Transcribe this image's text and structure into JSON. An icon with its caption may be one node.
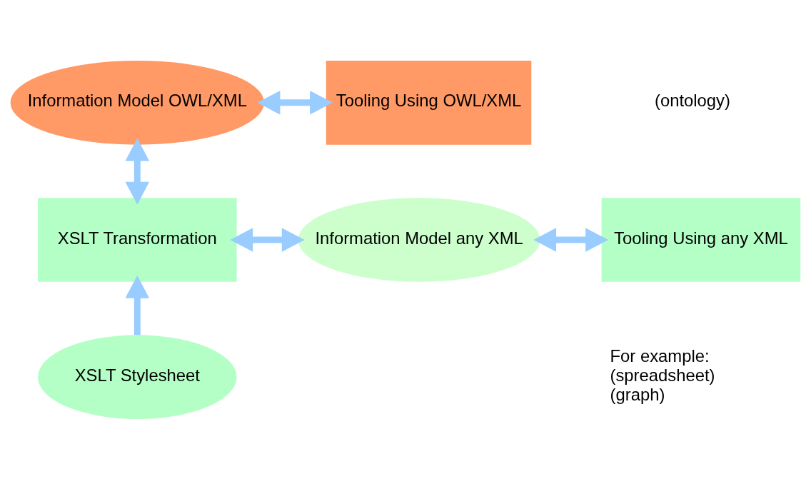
{
  "diagram": {
    "nodes": [
      {
        "text": [
          "Information Model OWL/XML"
        ]
      },
      {
        "text": [
          "Tooling Using OWL/XML"
        ]
      },
      {
        "text": [
          "XSLT Transformation"
        ]
      },
      {
        "text": [
          "Information Model any XML"
        ]
      },
      {
        "text": [
          "Tooling Using any XML"
        ]
      },
      {
        "text": [
          "XSLT Stylesheet"
        ]
      }
    ],
    "edges": [
      {
        "from": 0,
        "to": 1,
        "arrow": "both"
      },
      {
        "from": 0,
        "to": 2,
        "arrow": "both"
      },
      {
        "from": 2,
        "to": 3,
        "arrow": "both"
      },
      {
        "from": 3,
        "to": 4,
        "arrow": "both"
      },
      {
        "from": 5,
        "to": 2,
        "arrow": "to"
      }
    ],
    "labels": [
      "(ontology)",
      "For example:",
      "(spreadsheet)",
      "(graph)"
    ]
  }
}
